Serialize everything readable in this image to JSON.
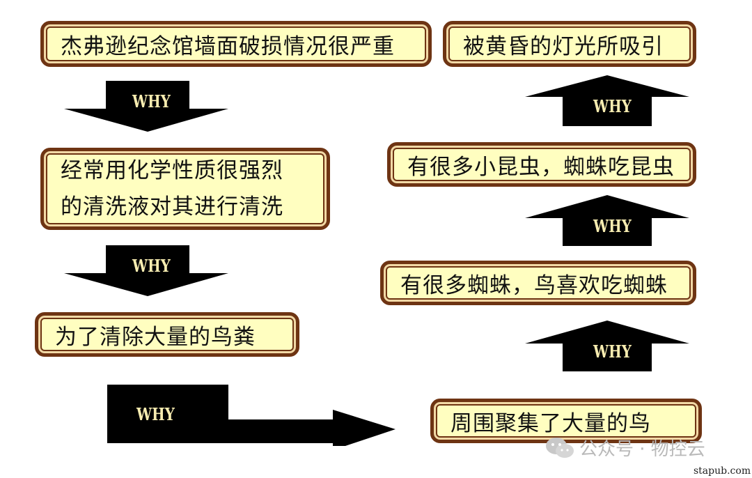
{
  "nodes": {
    "n1": "杰弗逊纪念馆墙面破损情况很严重",
    "n2": "经常用化学性质很强烈\n的清洗液对其进行清洗",
    "n3": "为了清除大量的鸟粪",
    "n4": "周围聚集了大量的鸟",
    "n5": "有很多蜘蛛，鸟喜欢吃蜘蛛",
    "n6": "有很多小昆虫，蜘蛛吃昆虫",
    "n7": "被黄昏的灯光所吸引"
  },
  "arrow_label": "WHY",
  "watermark": {
    "text": "公众号 · 物控云",
    "icon": "wechat-icon"
  },
  "site": "stapub.com",
  "colors": {
    "box_fill": "#fffec0",
    "box_border": "#6e3413",
    "arrow": "#000000",
    "why_text": "#f7ecb0"
  }
}
